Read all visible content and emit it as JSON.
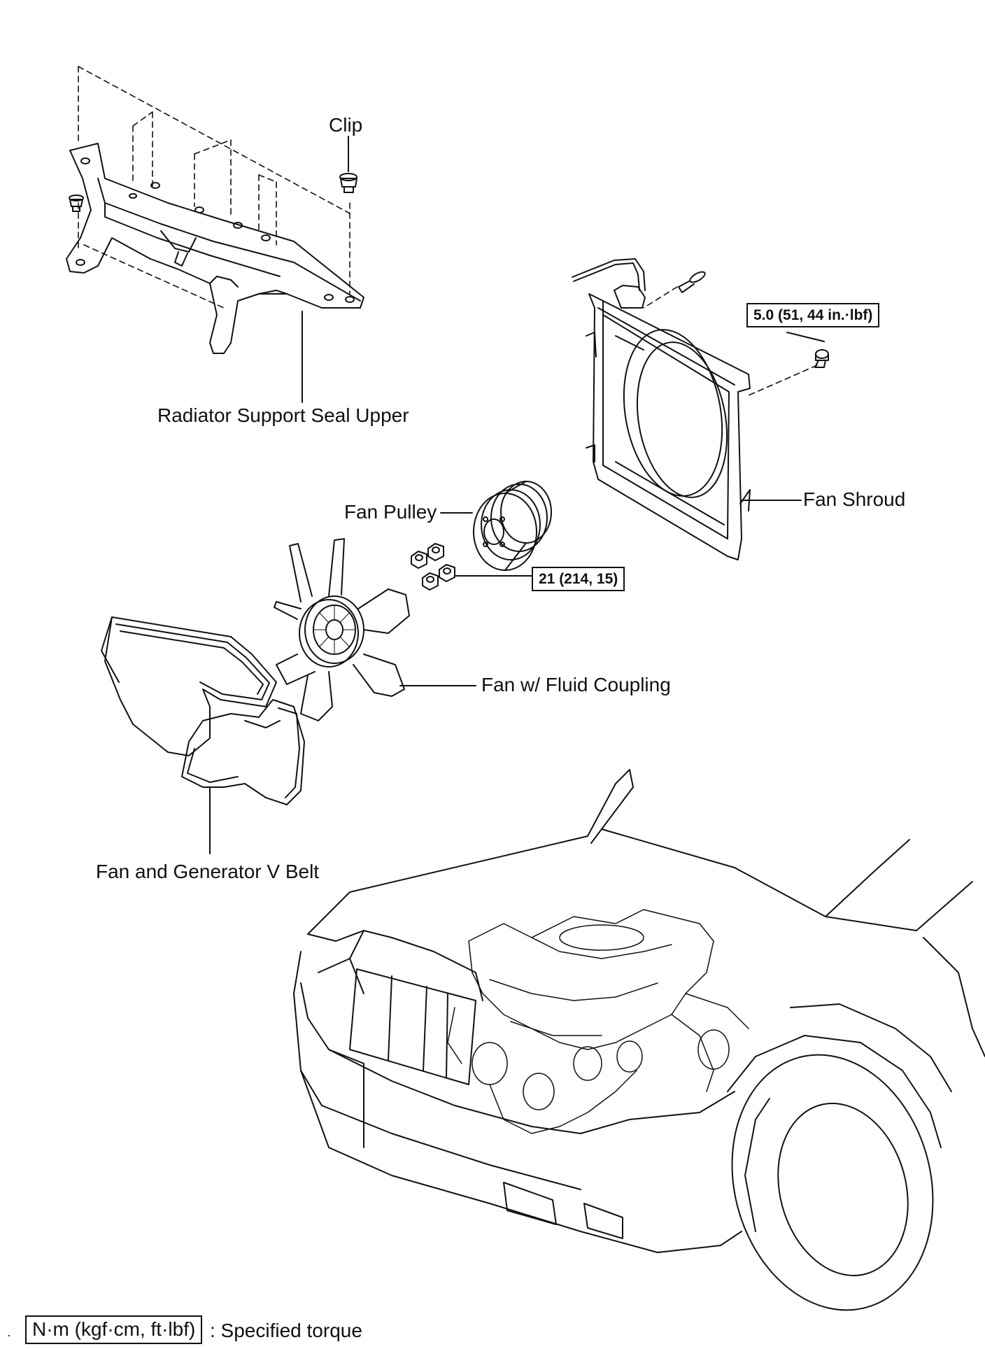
{
  "labels": {
    "clip": "Clip",
    "radiator_support_seal_upper": "Radiator Support Seal Upper",
    "fan_shroud": "Fan Shroud",
    "fan_pulley": "Fan Pulley",
    "fan_fluid_coupling": "Fan w/ Fluid Coupling",
    "fan_generator_belt": "Fan and Generator V Belt"
  },
  "torque": {
    "shroud_bolt": "5.0 (51, 44 in.·lbf)",
    "pulley_nut": "21 (214, 15)"
  },
  "legend": {
    "unit_box": "N·m (kgf·cm, ft·lbf)",
    "description": ": Specified torque"
  }
}
